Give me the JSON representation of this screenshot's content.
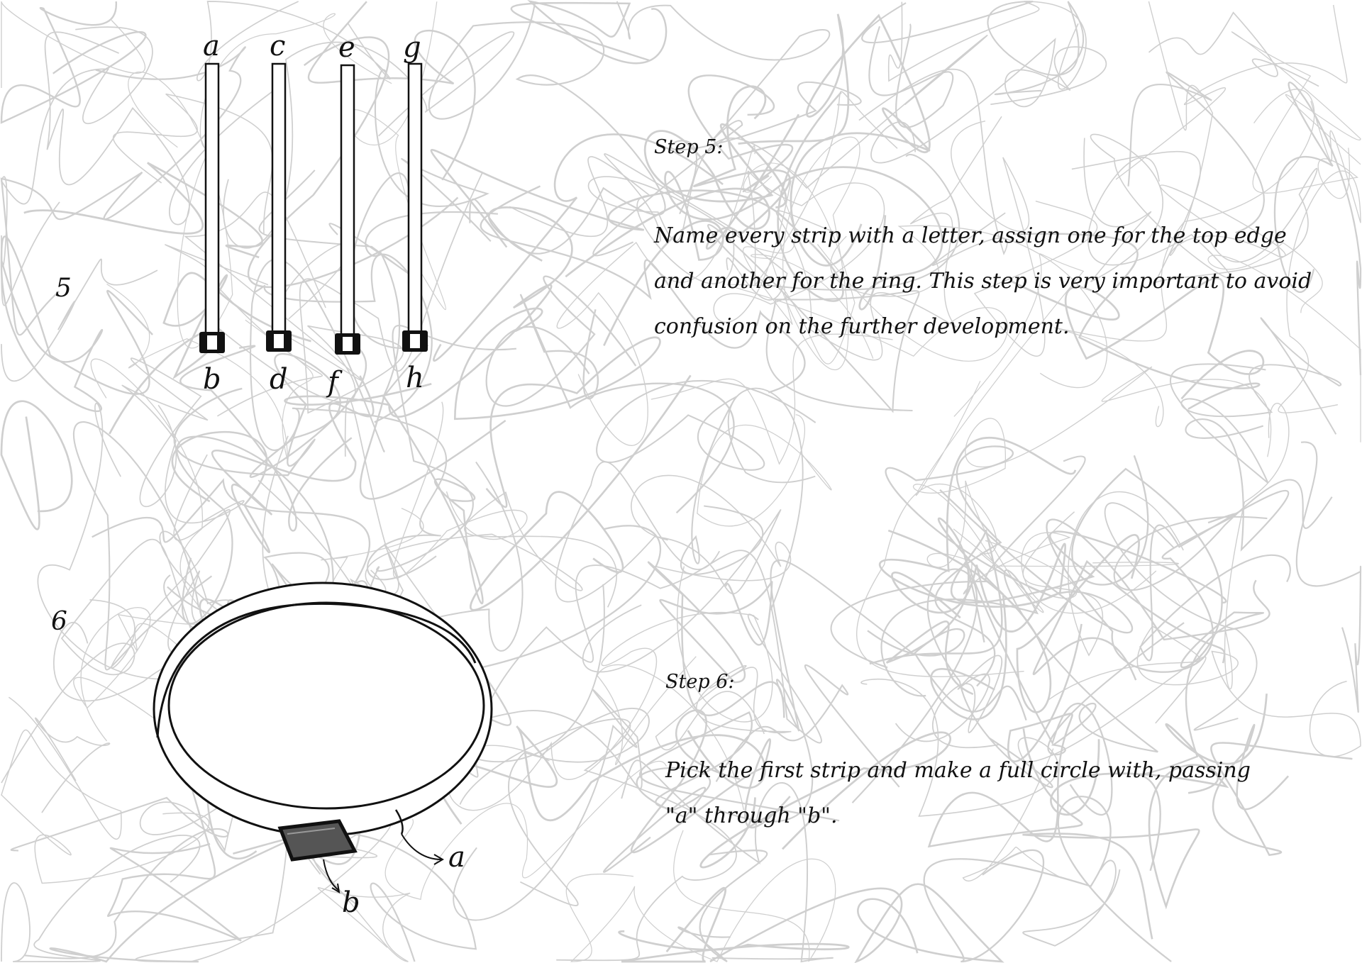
{
  "page": {
    "background_color": "#ffffff",
    "scribble_color": "#cfcfcf",
    "ink_color": "#111111"
  },
  "steps": [
    {
      "number": "5",
      "title": "Step 5:",
      "lines": [
        "Name every strip with a letter, assign one for the top edge",
        "and another for the ring. This step is very important to avoid",
        "confusion on the further development."
      ],
      "diagram": {
        "top_labels": [
          "a",
          "c",
          "e",
          "g"
        ],
        "bottom_labels": [
          "b",
          "d",
          "f",
          "h"
        ]
      }
    },
    {
      "number": "6",
      "title": "Step 6:",
      "lines": [
        "Pick the first strip and make a full circle with, passing",
        "\"a\" through \"b\"."
      ],
      "diagram": {
        "labels": [
          "a",
          "b"
        ],
        "clip_color": "#555555"
      }
    }
  ]
}
